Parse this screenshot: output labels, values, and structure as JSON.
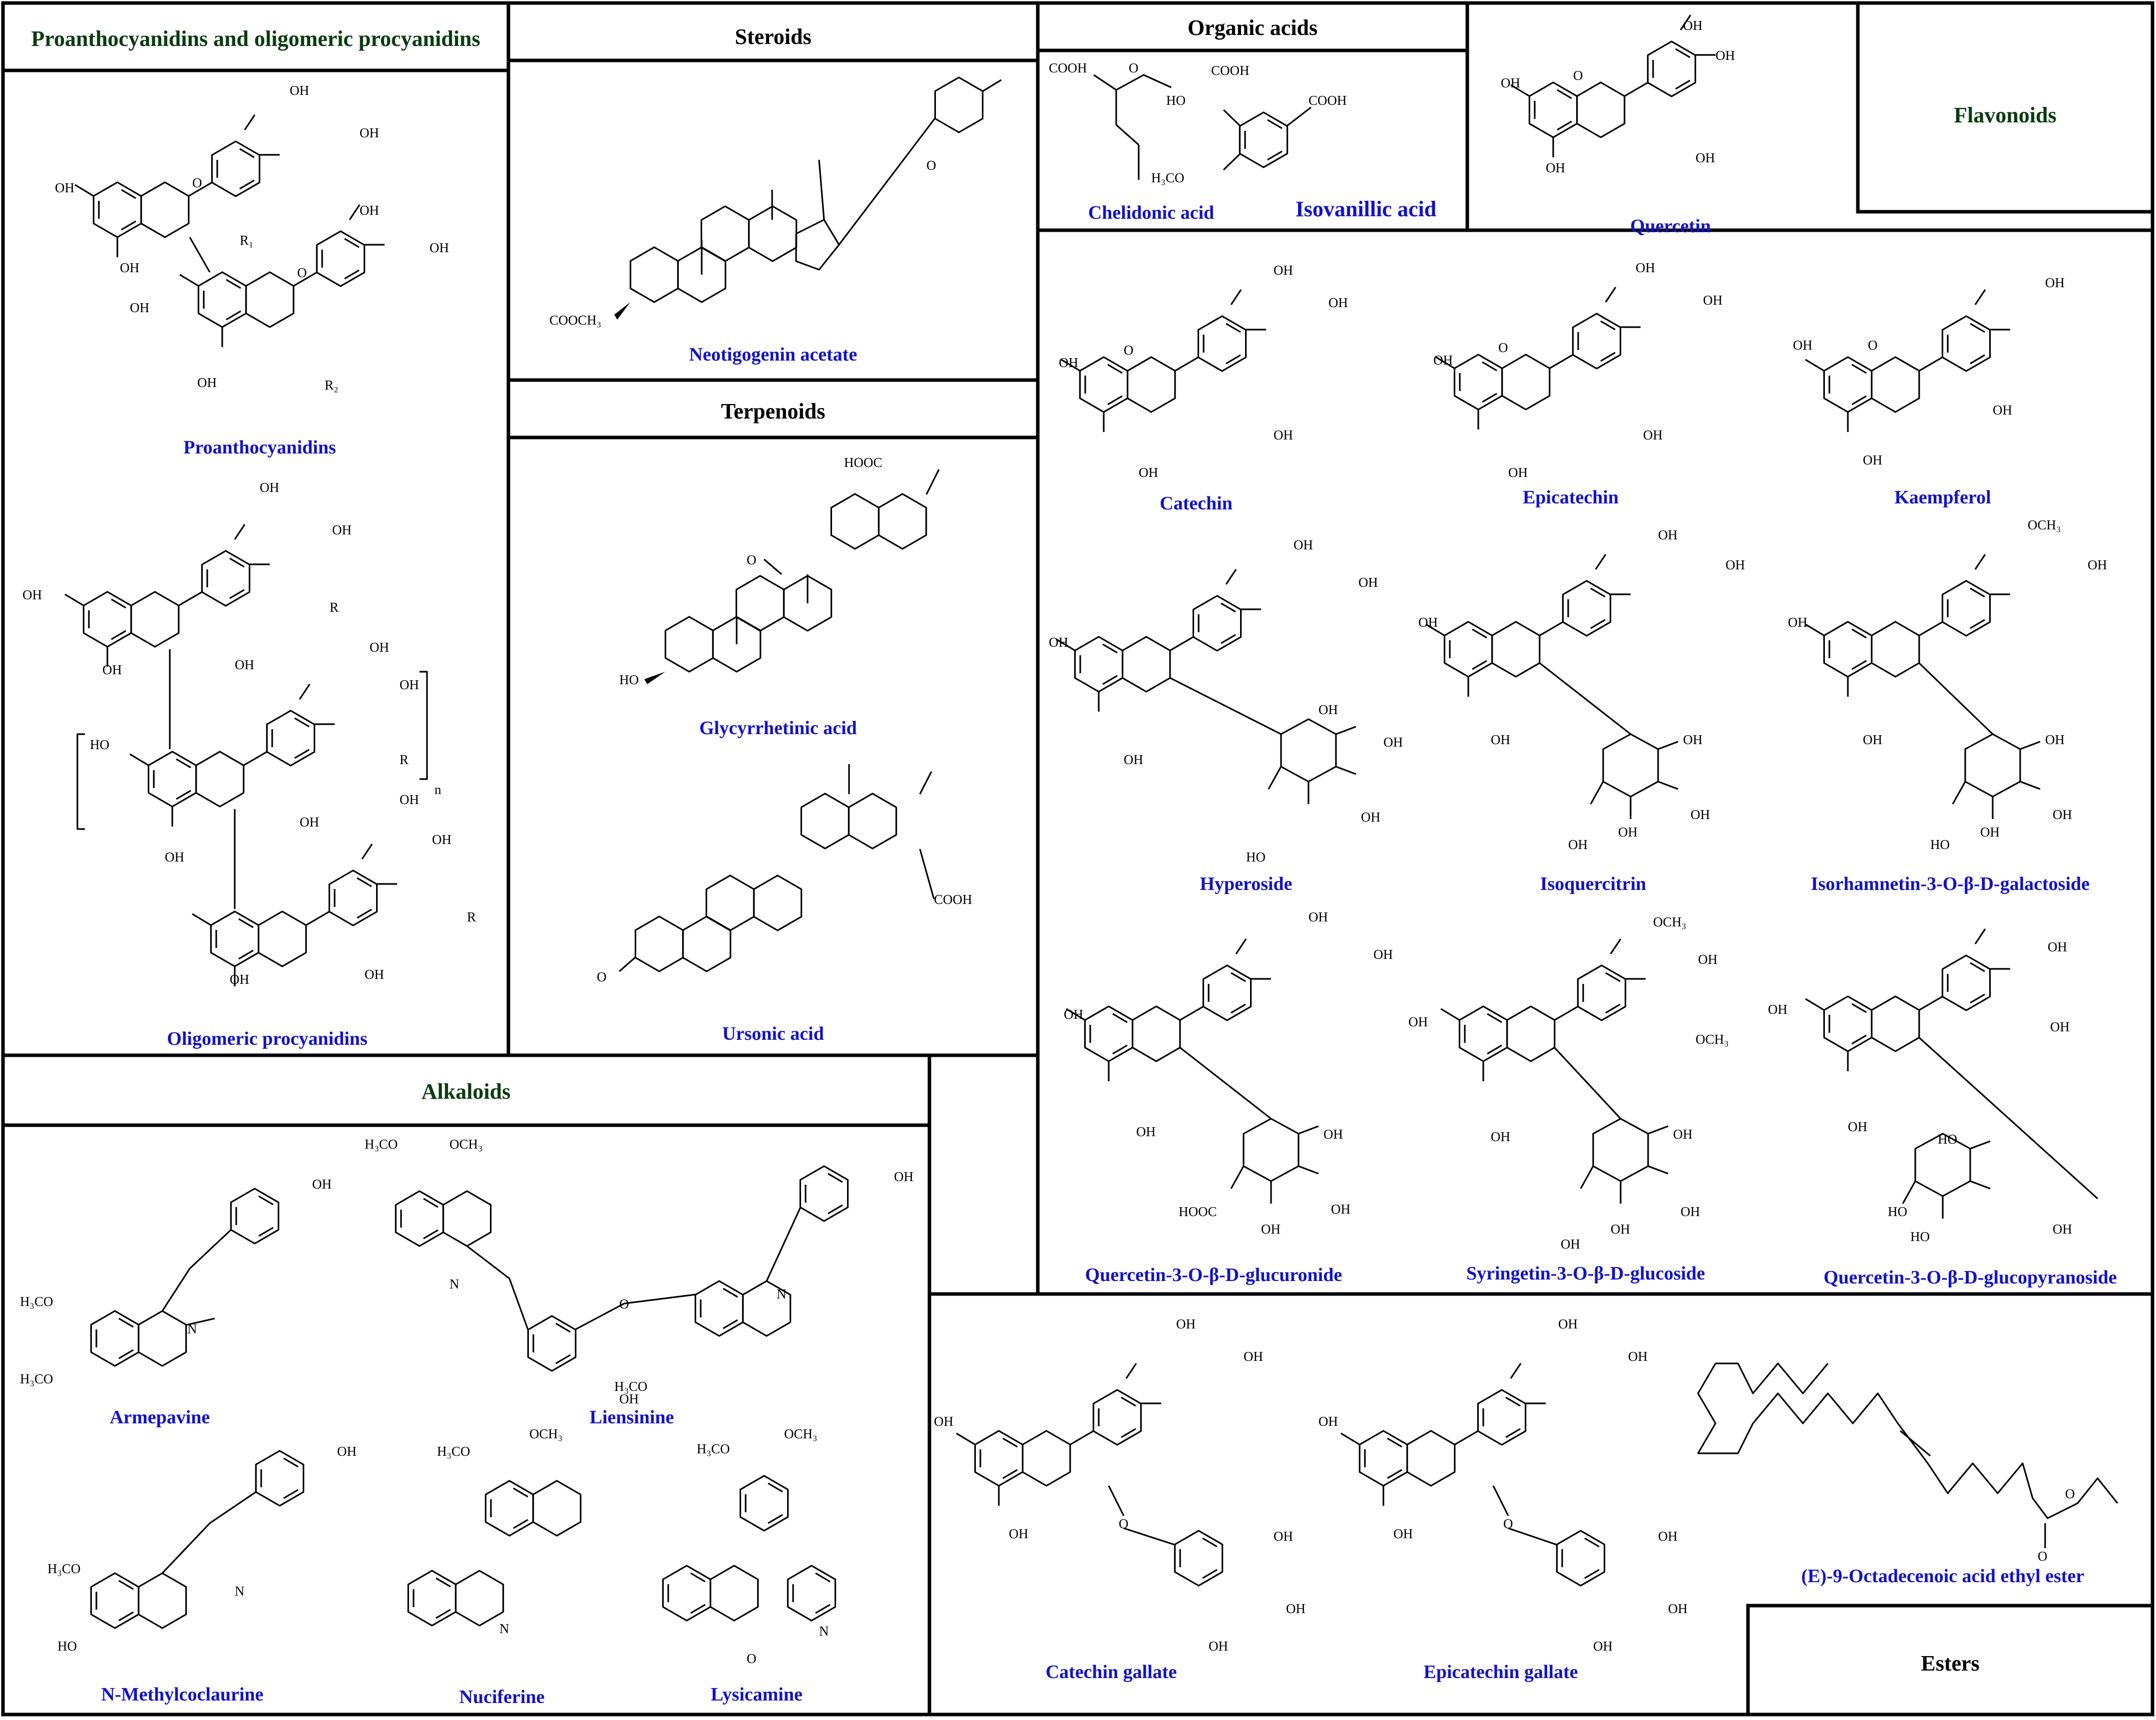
{
  "categories": {
    "proanthocyanidins": "Proanthocyanidins and oligomeric procyanidins",
    "steroids": "Steroids",
    "terpenoids": "Terpenoids",
    "organic_acids": "Organic acids",
    "flavonoids": "Flavonoids",
    "alkaloids": "Alkaloids",
    "esters": "Esters"
  },
  "compounds": {
    "proanthocyanidins": "Proanthocyanidins",
    "oligomeric_procyanidins": "Oligomeric procyanidins",
    "neotigogenin_acetate": "Neotigogenin acetate",
    "glycyrrhetinic_acid": "Glycyrrhetinic acid",
    "ursonic_acid": "Ursonic acid",
    "chelidonic_acid": "Chelidonic acid",
    "isovanillic_acid": "Isovanillic acid",
    "quercetin": "Quercetin",
    "catechin": "Catechin",
    "epicatechin": "Epicatechin",
    "kaempferol": "Kaempferol",
    "hyperoside": "Hyperoside",
    "isoquercitrin": "Isoquercitrin",
    "isorhamnetin_gal": "Isorhamnetin-3-O-β-D-galactoside",
    "quercetin_glucuronide": "Quercetin-3-O-β-D-glucuronide",
    "syringetin_glucoside": "Syringetin-3-O-β-D-glucoside",
    "quercetin_glucopyranoside": "Quercetin-3-O-β-D-glucopyranoside",
    "armepavine": "Armepavine",
    "liensinine": "Liensinine",
    "n_methylcoclaurine": "N-Methylcoclaurine",
    "nuciferine": "Nuciferine",
    "lysicamine": "Lysicamine",
    "catechin_gallate": "Catechin gallate",
    "epicatechin_gallate": "Epicatechin gallate",
    "octadecenoic_ester": "(E)-9-Octadecenoic acid ethyl ester"
  },
  "atoms": {
    "oh": "OH",
    "o": "O",
    "n": "N",
    "r": "R",
    "r1": "R₁",
    "r2": "R₂",
    "subscript_n": "n",
    "cooh": "COOH",
    "hooc": "HOOC",
    "ho": "HO",
    "och3": "OCH₃",
    "h3co": "H₃CO",
    "cooch3": "COOCH₃"
  },
  "colors": {
    "compound_label": "#1212c8",
    "category_green": "#0b3b10",
    "category_black": "#000000",
    "border": "#000000"
  }
}
